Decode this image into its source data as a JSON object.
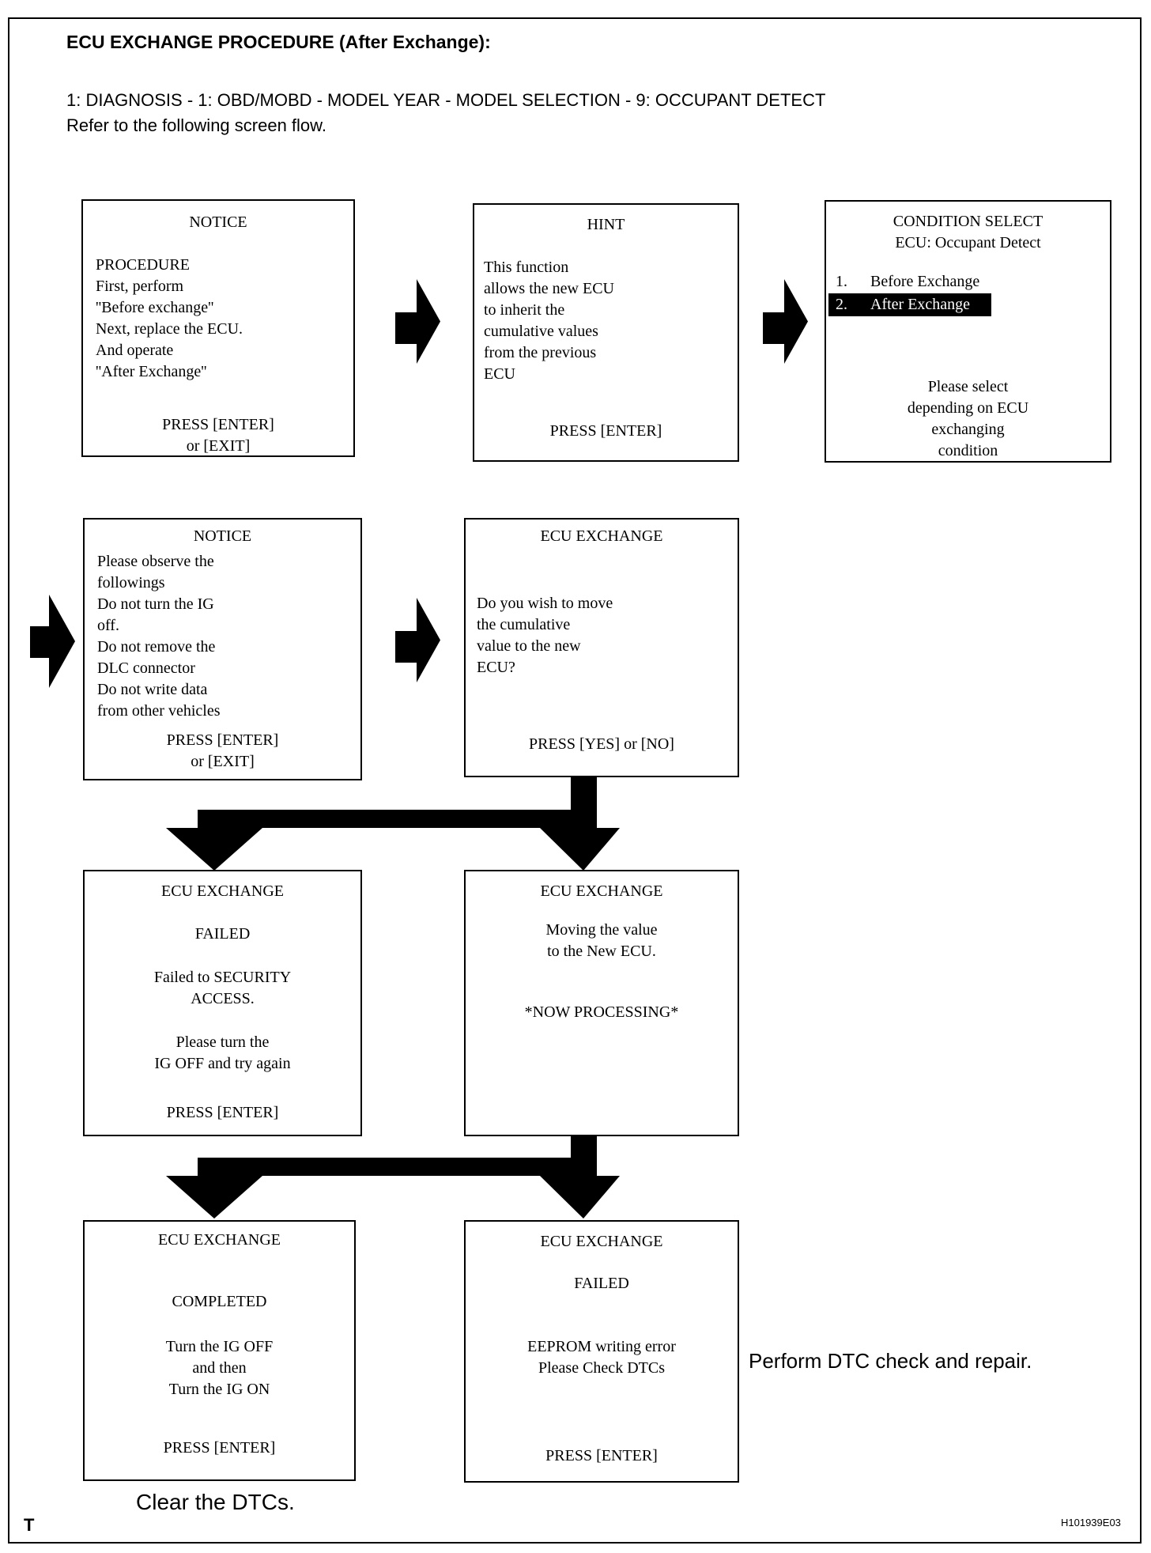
{
  "colors": {
    "ink": "#000000",
    "paper": "#ffffff",
    "highlight_bg": "#000000",
    "highlight_text": "#ffffff"
  },
  "header": {
    "title": "ECU EXCHANGE PROCEDURE (After Exchange):",
    "path": "1: DIAGNOSIS - 1: OBD/MOBD - MODEL YEAR - MODEL SELECTION - 9: OCCUPANT DETECT",
    "instruction": "Refer to the following screen flow."
  },
  "screens": {
    "notice1": {
      "title": "NOTICE",
      "lines": [
        "PROCEDURE",
        "First, perform",
        "''Before exchange''",
        "Next, replace the ECU.",
        "And operate",
        "''After Exchange''"
      ],
      "footer": [
        "PRESS [ENTER]",
        "or [EXIT]"
      ]
    },
    "hint": {
      "title": "HINT",
      "lines": [
        "This function",
        "allows the new ECU",
        "to inherit the",
        "cumulative values",
        "from the previous",
        "ECU"
      ],
      "footer": [
        "PRESS [ENTER]"
      ]
    },
    "condition_select": {
      "title_lines": [
        "CONDITION SELECT",
        "ECU: Occupant Detect"
      ],
      "menu": [
        {
          "num": "1.",
          "label": "Before Exchange",
          "selected": false
        },
        {
          "num": "2.",
          "label": "After Exchange",
          "selected": true
        }
      ],
      "footer_lines": [
        "Please select",
        "depending on ECU",
        "exchanging",
        "condition"
      ]
    },
    "notice2": {
      "title": "NOTICE",
      "lines": [
        "Please observe the",
        "followings",
        "Do not turn the IG",
        "off.",
        "Do not remove the",
        "DLC connector",
        "Do not write data",
        "from other vehicles"
      ],
      "footer": [
        "PRESS [ENTER]",
        "or [EXIT]"
      ]
    },
    "confirm": {
      "title": "ECU EXCHANGE",
      "lines": [
        "Do you wish to move",
        "the cumulative",
        "value to the new",
        "ECU?"
      ],
      "footer": [
        "PRESS [YES] or [NO]"
      ]
    },
    "failed_security": {
      "title": "ECU EXCHANGE",
      "lines": [
        "FAILED",
        "Failed to SECURITY",
        "ACCESS.",
        "Please turn the",
        "IG OFF and try again",
        "PRESS [ENTER]"
      ]
    },
    "processing": {
      "title": "ECU EXCHANGE",
      "lines": [
        "Moving the value",
        "to the New ECU.",
        "*NOW PROCESSING*"
      ]
    },
    "completed": {
      "title": "ECU EXCHANGE",
      "lines": [
        "COMPLETED",
        "Turn the IG OFF",
        "and then",
        "Turn the IG ON",
        "PRESS [ENTER]"
      ]
    },
    "failed_eeprom": {
      "title": "ECU EXCHANGE",
      "lines": [
        "FAILED",
        "EEPROM writing error",
        "Please Check DTCs",
        "PRESS [ENTER]"
      ]
    }
  },
  "annotations": {
    "perform_dtc": "Perform DTC check and repair.",
    "clear_dtcs": "Clear the DTCs.",
    "page_letter": "T",
    "figure_code": "H101939E03"
  }
}
